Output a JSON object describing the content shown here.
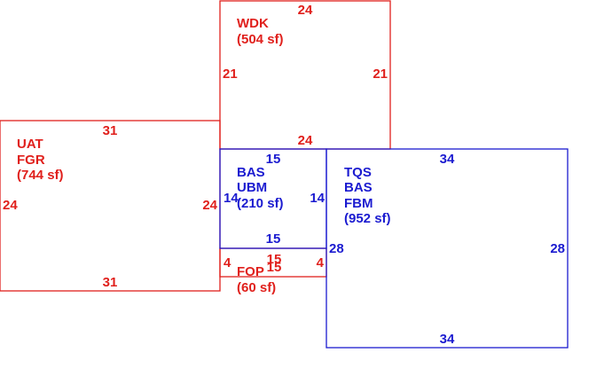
{
  "colors": {
    "red": "#e0201c",
    "blue": "#1b1bd0"
  },
  "areas": {
    "wdk": {
      "code": "WDK",
      "area": "(504 sf)",
      "dims": {
        "top": "24",
        "bottom": "24",
        "left": "21",
        "right": "21"
      }
    },
    "uat": {
      "code1": "UAT",
      "code2": "FGR",
      "area": "(744 sf)",
      "dims": {
        "top": "31",
        "bottom": "31",
        "left": "24",
        "right": "24"
      }
    },
    "bas_ubm": {
      "code1": "BAS",
      "code2": "UBM",
      "area": "(210 sf)",
      "dims": {
        "top": "15",
        "bottom": "15",
        "left": "14",
        "right": "14"
      }
    },
    "fop": {
      "code": "FOP",
      "area": "(60 sf)",
      "dims": {
        "top": "15",
        "bottom": "15",
        "left": "4",
        "right": "4"
      }
    },
    "tqs": {
      "code1": "TQS",
      "code2": "BAS",
      "code3": "FBM",
      "area": "(952 sf)",
      "dims": {
        "top": "34",
        "bottom": "34",
        "left": "28",
        "right": "28"
      }
    }
  }
}
